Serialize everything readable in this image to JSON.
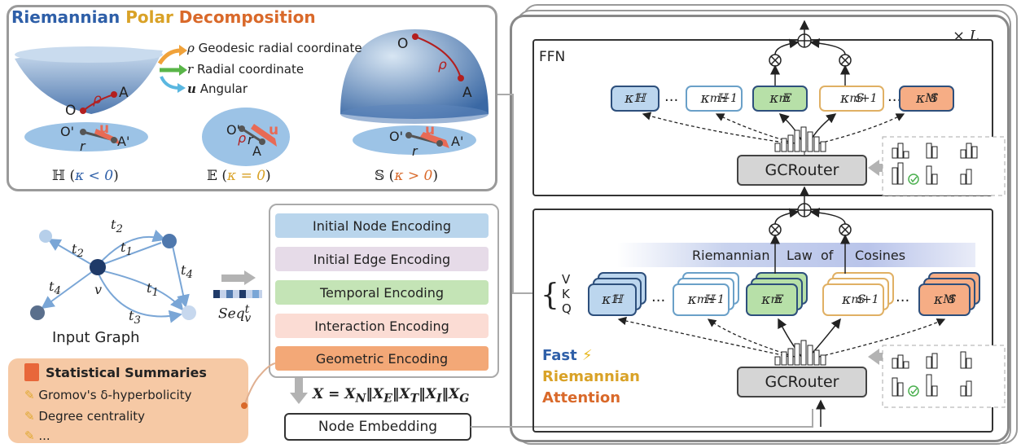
{
  "rpd": {
    "title_part1": "Riemannian",
    "title_part2": "Polar",
    "title_part3": "Decomposition",
    "legend": [
      {
        "symbol": "ρ",
        "text": "Geodesic radial coordinate"
      },
      {
        "symbol": "r",
        "text": "Radial coordinate"
      },
      {
        "symbol": "u",
        "text": "Angular"
      }
    ],
    "points": {
      "O": "O",
      "A": "A",
      "Op": "O'",
      "Ap": "A'",
      "rho": "ρ",
      "r": "r",
      "u": "u"
    },
    "spaces": [
      {
        "sym": "ℍ",
        "kappa": "κ < 0",
        "kappa_color": "#2e5fa8"
      },
      {
        "sym": "𝔼",
        "kappa": "κ = 0",
        "kappa_color": "#d9a227"
      },
      {
        "sym": "𝕊",
        "kappa": "κ > 0",
        "kappa_color": "#d9692a"
      }
    ]
  },
  "input_graph": {
    "label": "Input Graph",
    "edge_labels": [
      "t2",
      "t1",
      "t2",
      "t4",
      "t4",
      "t1",
      "t3"
    ],
    "node_label": "v"
  },
  "seq_label": "Seq",
  "seq_sup": "t",
  "seq_sub": "v",
  "encodings": [
    {
      "label": "Initial Node Encoding",
      "color": "#b9d5ec"
    },
    {
      "label": "Initial Edge Encoding",
      "color": "#e6dbe8"
    },
    {
      "label": "Temporal Encoding",
      "color": "#c4e4b6"
    },
    {
      "label": "Interaction Encoding",
      "color": "#fbdcd4"
    },
    {
      "label": "Geometric Encoding",
      "color": "#f3a877"
    }
  ],
  "formula": "X = X_N‖X_E‖X_T‖X_I‖X_G",
  "node_embedding": "Node Embedding",
  "stats": {
    "title": "Statistical Summaries",
    "items": [
      "Gromov's δ-hyperbolicity",
      "Degree centrality",
      "..."
    ]
  },
  "transformer": {
    "repeat_label": "× L",
    "ffn_label": "FFN",
    "gcrouter_label": "GCRouter",
    "law_words": [
      "Riemannian",
      "Law",
      "of",
      "Cosines"
    ],
    "vkq": [
      "V",
      "K",
      "Q"
    ],
    "ellipsis": "...",
    "kappa_boxes": [
      {
        "base": "κ",
        "sub": "1",
        "sup": "ℍ",
        "fill": "#bcd6ee",
        "border": "#2d4f7c"
      },
      {
        "base": "κ",
        "sub": "m−1",
        "sup": "ℍ",
        "fill": "#ffffff",
        "border": "#6aa0c8"
      },
      {
        "base": "κ",
        "sub": "m",
        "sup": "𝔼",
        "fill": "#b7e0a8",
        "border": "#2d4f7c"
      },
      {
        "base": "κ",
        "sub": "m+1",
        "sup": "𝕊",
        "fill": "#ffffff",
        "border": "#e0b064"
      },
      {
        "base": "κ",
        "sub": "M",
        "sup": "𝕊",
        "fill": "#f6ad85",
        "border": "#2d4f7c"
      }
    ],
    "fra": {
      "fast": "Fast",
      "riemannian": "Riemannian",
      "attention": "Attention",
      "fast_color": "#2e5fa8",
      "riem_color": "#d9a227",
      "attn_color": "#d9692a"
    }
  }
}
